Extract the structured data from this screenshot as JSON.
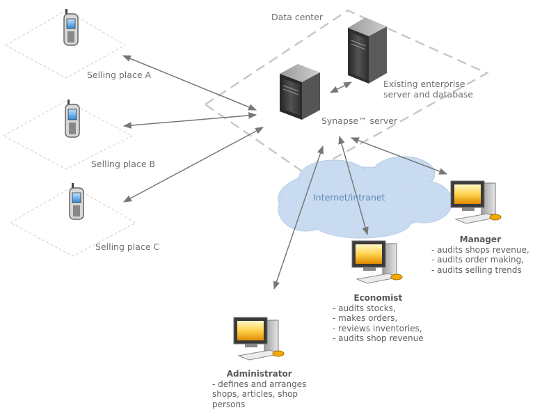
{
  "data_center": {
    "label": "Data center"
  },
  "enterprise_server": {
    "label_line1": "Existing enterprise",
    "label_line2": "server and database"
  },
  "synapse_server": {
    "label": "Synapse™ server"
  },
  "internet": {
    "label": "Internet/intranet"
  },
  "selling_places": [
    {
      "label": "Selling place A"
    },
    {
      "label": "Selling place B"
    },
    {
      "label": "Selling place C"
    }
  ],
  "manager": {
    "title": "Manager",
    "duties": [
      "- audits shops revenue,",
      "- audits order making,",
      "- audits selling trends"
    ]
  },
  "economist": {
    "title": "Economist",
    "duties": [
      "- audits stocks,",
      "- makes orders,",
      "- reviews inventories,",
      "- audits shop revenue"
    ]
  },
  "administrator": {
    "title": "Administrator",
    "duties": [
      "- defines and arranges",
      "shops, articles, shop",
      "persons"
    ]
  }
}
